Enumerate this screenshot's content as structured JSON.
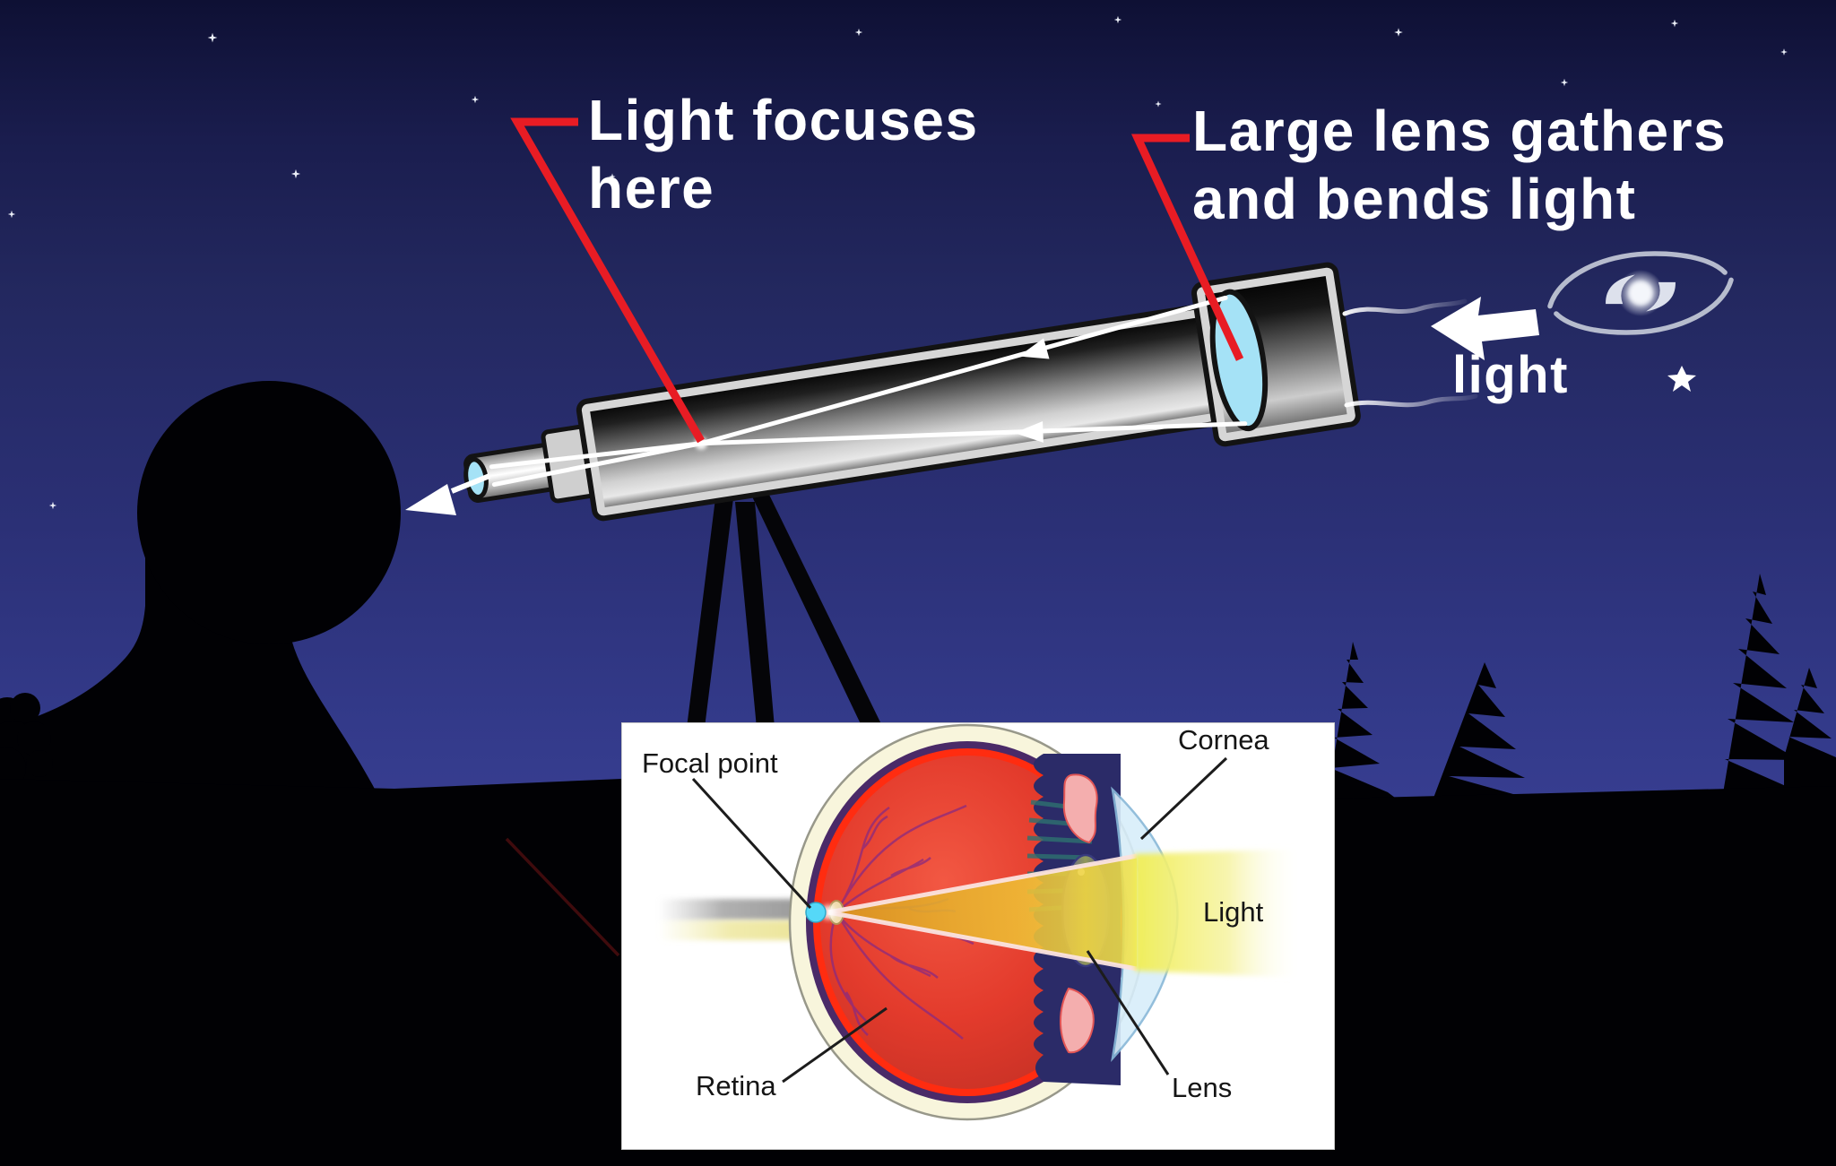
{
  "annotations": {
    "focus": {
      "line1": "Light focuses",
      "line2": "here"
    },
    "gather": {
      "line1": "Large lens gathers",
      "line2": "and bends light"
    },
    "incoming_light": "light"
  },
  "inset": {
    "labels": {
      "focal_point": "Focal point",
      "cornea": "Cornea",
      "light": "Light",
      "retina": "Retina",
      "lens": "Lens"
    }
  },
  "colors": {
    "leader_red": "#e81c24",
    "sky_top": "#0e1034",
    "sky_horizon": "#3e45a0",
    "silhouette_black": "#010104",
    "telescope_shell": "#d6d6d6",
    "lens_cyan": "#a5e2f6",
    "beam_yellow": "#f2ef50",
    "cone_gold": "#e6ac28",
    "retina_red": "#e0352a",
    "sclera_cream": "#f8f5dc",
    "choroid_purple": "#4a2a68",
    "focal_dot_cyan": "#55d8f8",
    "text_white": "#ffffff",
    "inset_text": "#151515"
  }
}
